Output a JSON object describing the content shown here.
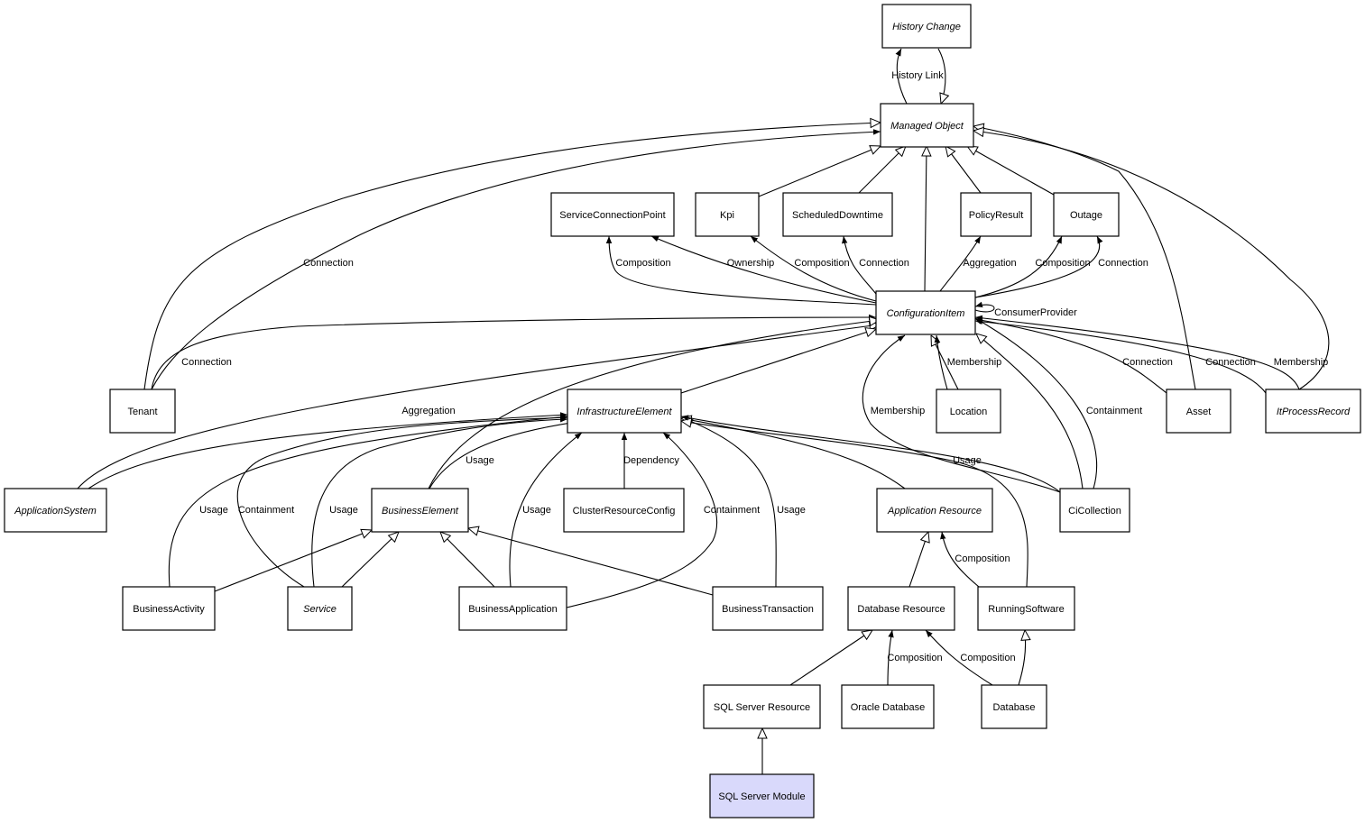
{
  "colors": {
    "node_fill": "#ffffff",
    "highlight_fill": "#d9d9fb",
    "stroke": "#000000"
  },
  "nodes": {
    "history_change": {
      "label": "History Change",
      "italic": true
    },
    "managed_object": {
      "label": "Managed Object",
      "italic": true
    },
    "service_connection_point": {
      "label": "ServiceConnectionPoint",
      "italic": false
    },
    "kpi": {
      "label": "Kpi",
      "italic": false
    },
    "scheduled_downtime": {
      "label": "ScheduledDowntime",
      "italic": false
    },
    "policy_result": {
      "label": "PolicyResult",
      "italic": false
    },
    "outage": {
      "label": "Outage",
      "italic": false
    },
    "configuration_item": {
      "label": "ConfigurationItem",
      "italic": true
    },
    "tenant": {
      "label": "Tenant",
      "italic": false
    },
    "infrastructure_element": {
      "label": "InfrastructureElement",
      "italic": true
    },
    "location": {
      "label": "Location",
      "italic": false
    },
    "asset": {
      "label": "Asset",
      "italic": false
    },
    "it_process_record": {
      "label": "ItProcessRecord",
      "italic": true
    },
    "application_system": {
      "label": "ApplicationSystem",
      "italic": true
    },
    "business_element": {
      "label": "BusinessElement",
      "italic": true
    },
    "cluster_resource_config": {
      "label": "ClusterResourceConfig",
      "italic": false
    },
    "application_resource": {
      "label": "Application Resource",
      "italic": true
    },
    "ci_collection": {
      "label": "CiCollection",
      "italic": false
    },
    "business_activity": {
      "label": "BusinessActivity",
      "italic": false
    },
    "service": {
      "label": "Service",
      "italic": true
    },
    "business_application": {
      "label": "BusinessApplication",
      "italic": false
    },
    "business_transaction": {
      "label": "BusinessTransaction",
      "italic": false
    },
    "database_resource": {
      "label": "Database Resource",
      "italic": false
    },
    "running_software": {
      "label": "RunningSoftware",
      "italic": false
    },
    "sql_server_resource": {
      "label": "SQL Server Resource",
      "italic": false
    },
    "oracle_database": {
      "label": "Oracle Database",
      "italic": false
    },
    "database": {
      "label": "Database",
      "italic": false
    },
    "sql_server_module": {
      "label": "SQL Server Module",
      "italic": false,
      "highlighted": true
    }
  },
  "edges": [
    {
      "from": "managed_object",
      "to": "history_change",
      "kind": "association",
      "label": "History Link"
    },
    {
      "from": "history_change",
      "to": "managed_object",
      "kind": "inheritance",
      "label": ""
    },
    {
      "from": "kpi",
      "to": "managed_object",
      "kind": "inheritance",
      "label": ""
    },
    {
      "from": "scheduled_downtime",
      "to": "managed_object",
      "kind": "inheritance",
      "label": ""
    },
    {
      "from": "configuration_item",
      "to": "managed_object",
      "kind": "inheritance",
      "label": ""
    },
    {
      "from": "policy_result",
      "to": "managed_object",
      "kind": "inheritance",
      "label": ""
    },
    {
      "from": "outage",
      "to": "managed_object",
      "kind": "inheritance",
      "label": ""
    },
    {
      "from": "tenant",
      "to": "managed_object",
      "kind": "inheritance",
      "label": ""
    },
    {
      "from": "tenant",
      "to": "managed_object",
      "kind": "association",
      "label": "Connection"
    },
    {
      "from": "asset",
      "to": "managed_object",
      "kind": "inheritance",
      "label": ""
    },
    {
      "from": "it_process_record",
      "to": "managed_object",
      "kind": "inheritance",
      "label": ""
    },
    {
      "from": "configuration_item",
      "to": "service_connection_point",
      "kind": "association",
      "label": "Composition"
    },
    {
      "from": "configuration_item",
      "to": "service_connection_point",
      "kind": "association",
      "label": "Ownership"
    },
    {
      "from": "configuration_item",
      "to": "kpi",
      "kind": "association",
      "label": "Composition"
    },
    {
      "from": "configuration_item",
      "to": "scheduled_downtime",
      "kind": "association",
      "label": "Connection"
    },
    {
      "from": "configuration_item",
      "to": "policy_result",
      "kind": "association",
      "label": "Aggregation"
    },
    {
      "from": "configuration_item",
      "to": "outage",
      "kind": "association",
      "label": "Composition"
    },
    {
      "from": "configuration_item",
      "to": "outage",
      "kind": "association",
      "label": "Connection"
    },
    {
      "from": "configuration_item",
      "to": "configuration_item",
      "kind": "association",
      "label": "ConsumerProvider"
    },
    {
      "from": "tenant",
      "to": "configuration_item",
      "kind": "association",
      "label": "Connection"
    },
    {
      "from": "application_system",
      "to": "configuration_item",
      "kind": "inheritance",
      "label": ""
    },
    {
      "from": "infrastructure_element",
      "to": "configuration_item",
      "kind": "inheritance",
      "label": ""
    },
    {
      "from": "business_element",
      "to": "configuration_item",
      "kind": "inheritance",
      "label": ""
    },
    {
      "from": "location",
      "to": "configuration_item",
      "kind": "inheritance",
      "label": ""
    },
    {
      "from": "configuration_item",
      "to": "location",
      "kind": "association",
      "label": "Membership"
    },
    {
      "from": "ci_collection",
      "to": "configuration_item",
      "kind": "association",
      "label": "Membership"
    },
    {
      "from": "ci_collection",
      "to": "configuration_item",
      "kind": "association",
      "label": "Containment"
    },
    {
      "from": "ci_collection",
      "to": "configuration_item",
      "kind": "inheritance",
      "label": ""
    },
    {
      "from": "asset",
      "to": "configuration_item",
      "kind": "association",
      "label": "Connection"
    },
    {
      "from": "it_process_record",
      "to": "configuration_item",
      "kind": "association",
      "label": "Connection"
    },
    {
      "from": "it_process_record",
      "to": "configuration_item",
      "kind": "association",
      "label": "Membership"
    },
    {
      "from": "application_system",
      "to": "infrastructure_element",
      "kind": "association",
      "label": "Aggregation"
    },
    {
      "from": "business_activity",
      "to": "infrastructure_element",
      "kind": "association",
      "label": "Usage"
    },
    {
      "from": "service",
      "to": "infrastructure_element",
      "kind": "association",
      "label": "Containment"
    },
    {
      "from": "service",
      "to": "infrastructure_element",
      "kind": "association",
      "label": "Usage"
    },
    {
      "from": "business_element",
      "to": "infrastructure_element",
      "kind": "association",
      "label": "Usage"
    },
    {
      "from": "business_application",
      "to": "infrastructure_element",
      "kind": "association",
      "label": "Usage"
    },
    {
      "from": "cluster_resource_config",
      "to": "infrastructure_element",
      "kind": "association",
      "label": "Dependency"
    },
    {
      "from": "business_application",
      "to": "infrastructure_element",
      "kind": "association",
      "label": "Containment"
    },
    {
      "from": "business_transaction",
      "to": "infrastructure_element",
      "kind": "association",
      "label": "Usage"
    },
    {
      "from": "application_resource",
      "to": "infrastructure_element",
      "kind": "inheritance",
      "label": ""
    },
    {
      "from": "running_software",
      "to": "infrastructure_element",
      "kind": "inheritance",
      "label": ""
    },
    {
      "from": "ci_collection",
      "to": "infrastructure_element",
      "kind": "association",
      "label": "Usage"
    },
    {
      "from": "business_activity",
      "to": "business_element",
      "kind": "inheritance",
      "label": ""
    },
    {
      "from": "service",
      "to": "business_element",
      "kind": "inheritance",
      "label": ""
    },
    {
      "from": "business_application",
      "to": "business_element",
      "kind": "inheritance",
      "label": ""
    },
    {
      "from": "business_transaction",
      "to": "business_element",
      "kind": "inheritance",
      "label": ""
    },
    {
      "from": "database_resource",
      "to": "application_resource",
      "kind": "inheritance",
      "label": ""
    },
    {
      "from": "running_software",
      "to": "application_resource",
      "kind": "association",
      "label": "Composition"
    },
    {
      "from": "sql_server_resource",
      "to": "database_resource",
      "kind": "inheritance",
      "label": ""
    },
    {
      "from": "oracle_database",
      "to": "database_resource",
      "kind": "association",
      "label": "Composition"
    },
    {
      "from": "database",
      "to": "database_resource",
      "kind": "association",
      "label": "Composition"
    },
    {
      "from": "database",
      "to": "running_software",
      "kind": "inheritance",
      "label": ""
    },
    {
      "from": "sql_server_module",
      "to": "sql_server_resource",
      "kind": "inheritance",
      "label": ""
    }
  ]
}
